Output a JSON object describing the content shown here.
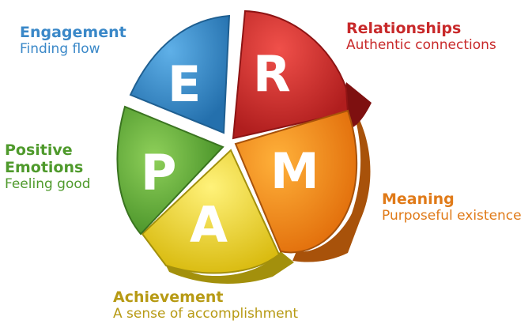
{
  "segments": [
    {
      "key": "engagement",
      "letter": "E",
      "title": "Engagement",
      "subtitle": "Finding flow",
      "color": "#2f86c6",
      "dark": "#1f5f91",
      "label_color": "#3a88c8"
    },
    {
      "key": "relationships",
      "letter": "R",
      "title": "Relationships",
      "subtitle": "Authentic connections",
      "color": "#d42a2a",
      "dark": "#8e1414",
      "label_color": "#c8292a"
    },
    {
      "key": "meaning",
      "letter": "M",
      "title": "Meaning",
      "subtitle": "Purposeful existence",
      "color": "#ef7e12",
      "dark": "#a8520a",
      "label_color": "#e07a18"
    },
    {
      "key": "achievement",
      "letter": "A",
      "title": "Achievement",
      "subtitle": "A sense of accomplishment",
      "color": "#e8cf16",
      "dark": "#a3900c",
      "label_color": "#b79a14"
    },
    {
      "key": "positive",
      "letter": "P",
      "title": "Positive Emotions",
      "title_lines": [
        "Positive",
        "Emotions"
      ],
      "subtitle": "Feeling good",
      "color": "#55a630",
      "dark": "#3a7420",
      "label_color": "#4f9a2c"
    }
  ]
}
